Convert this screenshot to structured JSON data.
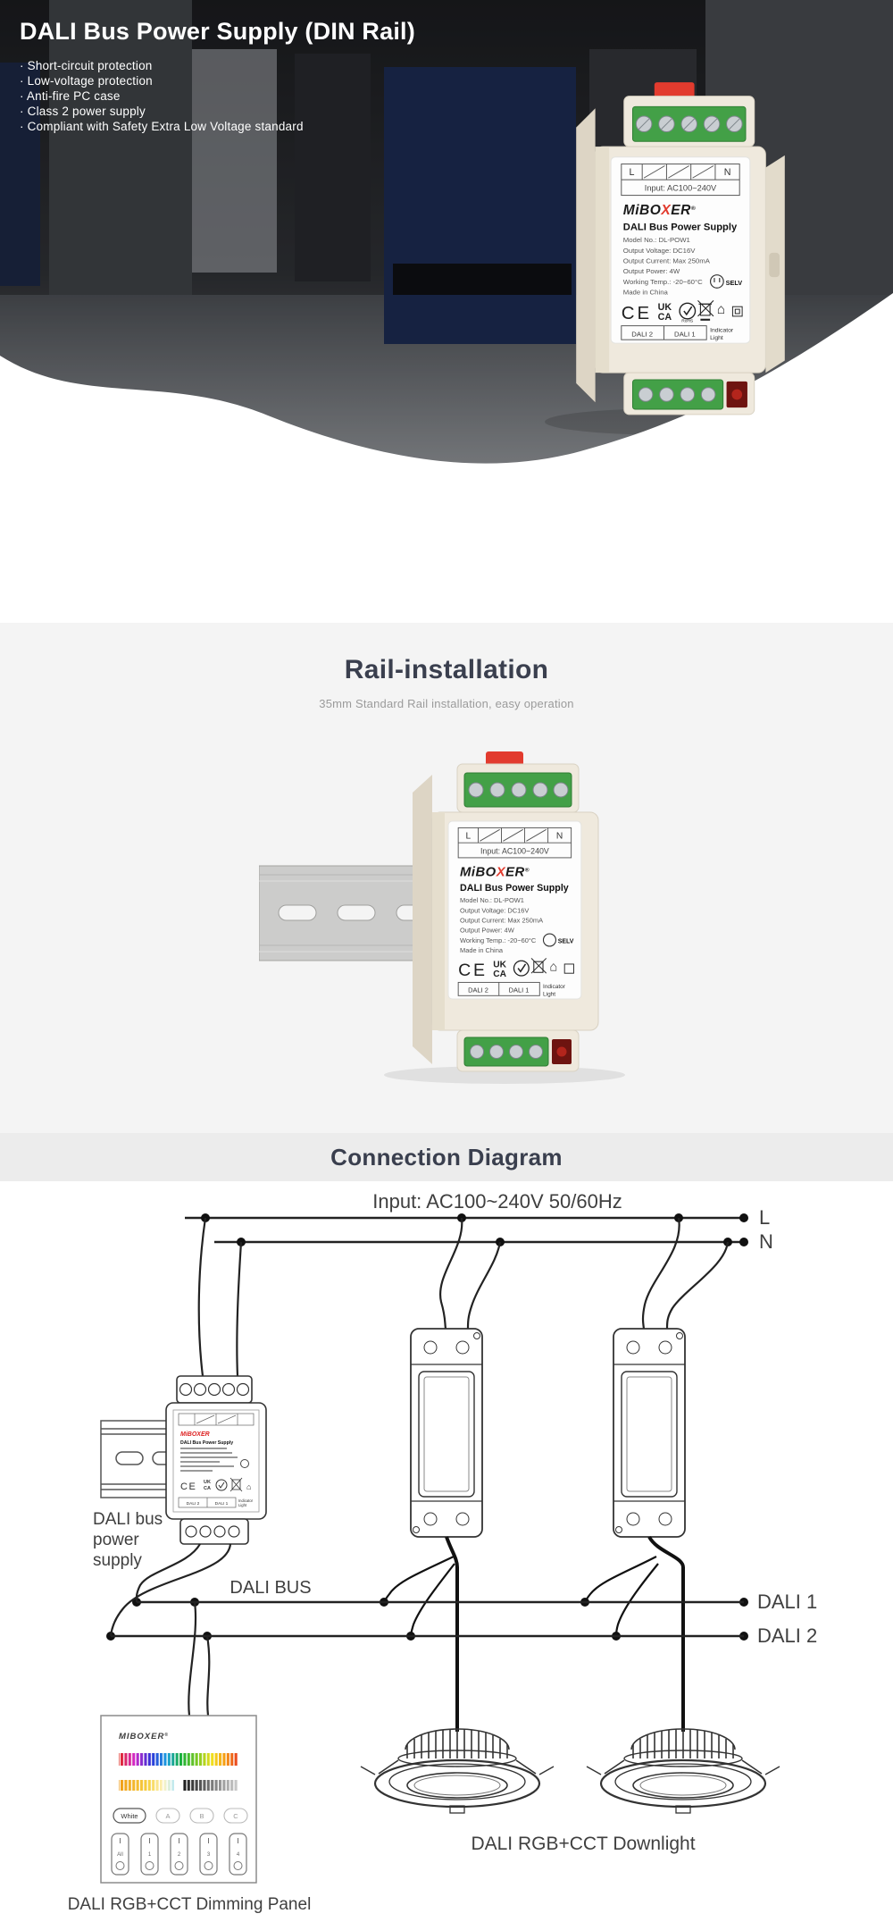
{
  "hero": {
    "title": "DALI Bus Power Supply (DIN Rail)",
    "features": [
      "· Short-circuit protection",
      "· Low-voltage protection",
      "· Anti-fire PC case",
      "· Class 2 power supply",
      "· Compliant with Safety Extra Low Voltage standard"
    ]
  },
  "label": {
    "l": "L",
    "n": "N",
    "input": "Input: AC100~240V",
    "brand_pre": "MiBO",
    "brand_x": "X",
    "brand_post": "ER",
    "brand_full": "MiBOXER",
    "reg": "®",
    "product_name": "DALI Bus Power Supply",
    "spec_model": "Model No.: DL-POW1",
    "spec_voltage": "Output Voltage: DC16V",
    "spec_current": "Output Current: Max 250mA",
    "spec_power": "Output Power: 4W",
    "spec_temp": "Working Temp.: -20~60°C",
    "spec_origin": "Made in China",
    "selv": "SELV",
    "ce": "CE",
    "uk": "UK",
    "ca": "CA",
    "rohs": "RoHS",
    "house": "⌂",
    "dali2": "DALI 2",
    "dali1": "DALI 1",
    "indicator1": "Indicator",
    "indicator2": "Light"
  },
  "rail": {
    "title": "Rail-installation",
    "subtitle": "35mm Standard Rail installation, easy operation"
  },
  "connection": {
    "title": "Connection Diagram",
    "input": "Input: AC100~240V  50/60Hz",
    "l": "L",
    "n": "N",
    "dali_bus": "DALI BUS",
    "dali1": "DALI 1",
    "dali2": "DALI 2",
    "psu_line1": "DALI bus",
    "psu_line2": "power",
    "psu_line3": "supply",
    "panel_caption": "DALI RGB+CCT Dimming Panel",
    "downlight_caption": "DALI RGB+CCT Downlight",
    "panel": {
      "brand": "MIBOXER",
      "reg": "®",
      "btn_white": "White",
      "btn_a": "A",
      "btn_b": "B",
      "btn_c": "C",
      "s_all": "All",
      "s1": "1",
      "s2": "2",
      "s3": "3",
      "s4": "4",
      "on": "I"
    }
  },
  "colors": {
    "accent_red": "#e23b2e",
    "terminal_green": "#43a047",
    "heading": "#3a3f4e",
    "wire": "#222222"
  }
}
